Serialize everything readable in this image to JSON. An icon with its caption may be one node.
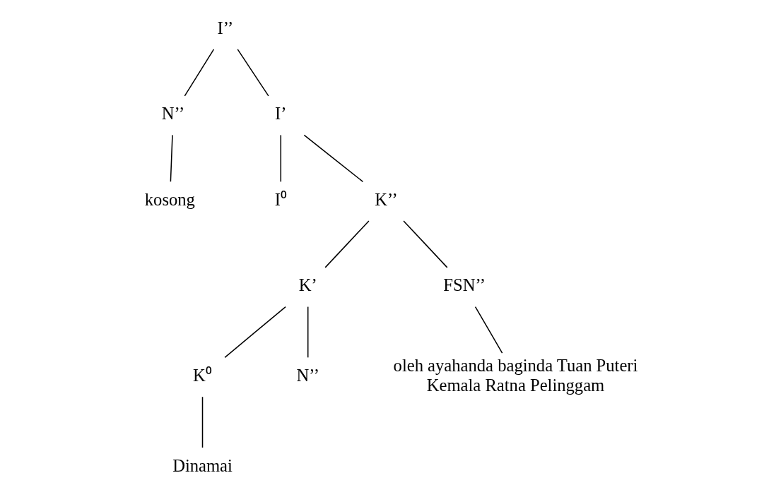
{
  "diagram": {
    "nodes": [
      {
        "text": [
          "I’’"
        ]
      },
      {
        "text": [
          "N’’"
        ]
      },
      {
        "text": [
          "I’"
        ]
      },
      {
        "text": [
          "kosong"
        ]
      },
      {
        "text": [
          "I⁰"
        ]
      },
      {
        "text": [
          "K’’"
        ]
      },
      {
        "text": [
          "K’"
        ]
      },
      {
        "text": [
          "FSN’’"
        ]
      },
      {
        "text": [
          "K⁰"
        ]
      },
      {
        "text": [
          "N’’"
        ]
      },
      {
        "text": [
          "Dinamai"
        ]
      },
      {
        "text": [
          "oleh ayahanda baginda Tuan Puteri Kemala Ratna Pelinggam"
        ]
      }
    ],
    "edges": [
      {
        "from": 0,
        "to": 1,
        "arrow": "none"
      },
      {
        "from": 0,
        "to": 2,
        "arrow": "none"
      },
      {
        "from": 1,
        "to": 3,
        "arrow": "none"
      },
      {
        "from": 2,
        "to": 4,
        "arrow": "none"
      },
      {
        "from": 2,
        "to": 5,
        "arrow": "none"
      },
      {
        "from": 5,
        "to": 6,
        "arrow": "none"
      },
      {
        "from": 5,
        "to": 7,
        "arrow": "none"
      },
      {
        "from": 6,
        "to": 8,
        "arrow": "none"
      },
      {
        "from": 6,
        "to": 9,
        "arrow": "none"
      },
      {
        "from": 8,
        "to": 10,
        "arrow": "none"
      },
      {
        "from": 7,
        "to": 11,
        "arrow": "none"
      }
    ]
  }
}
